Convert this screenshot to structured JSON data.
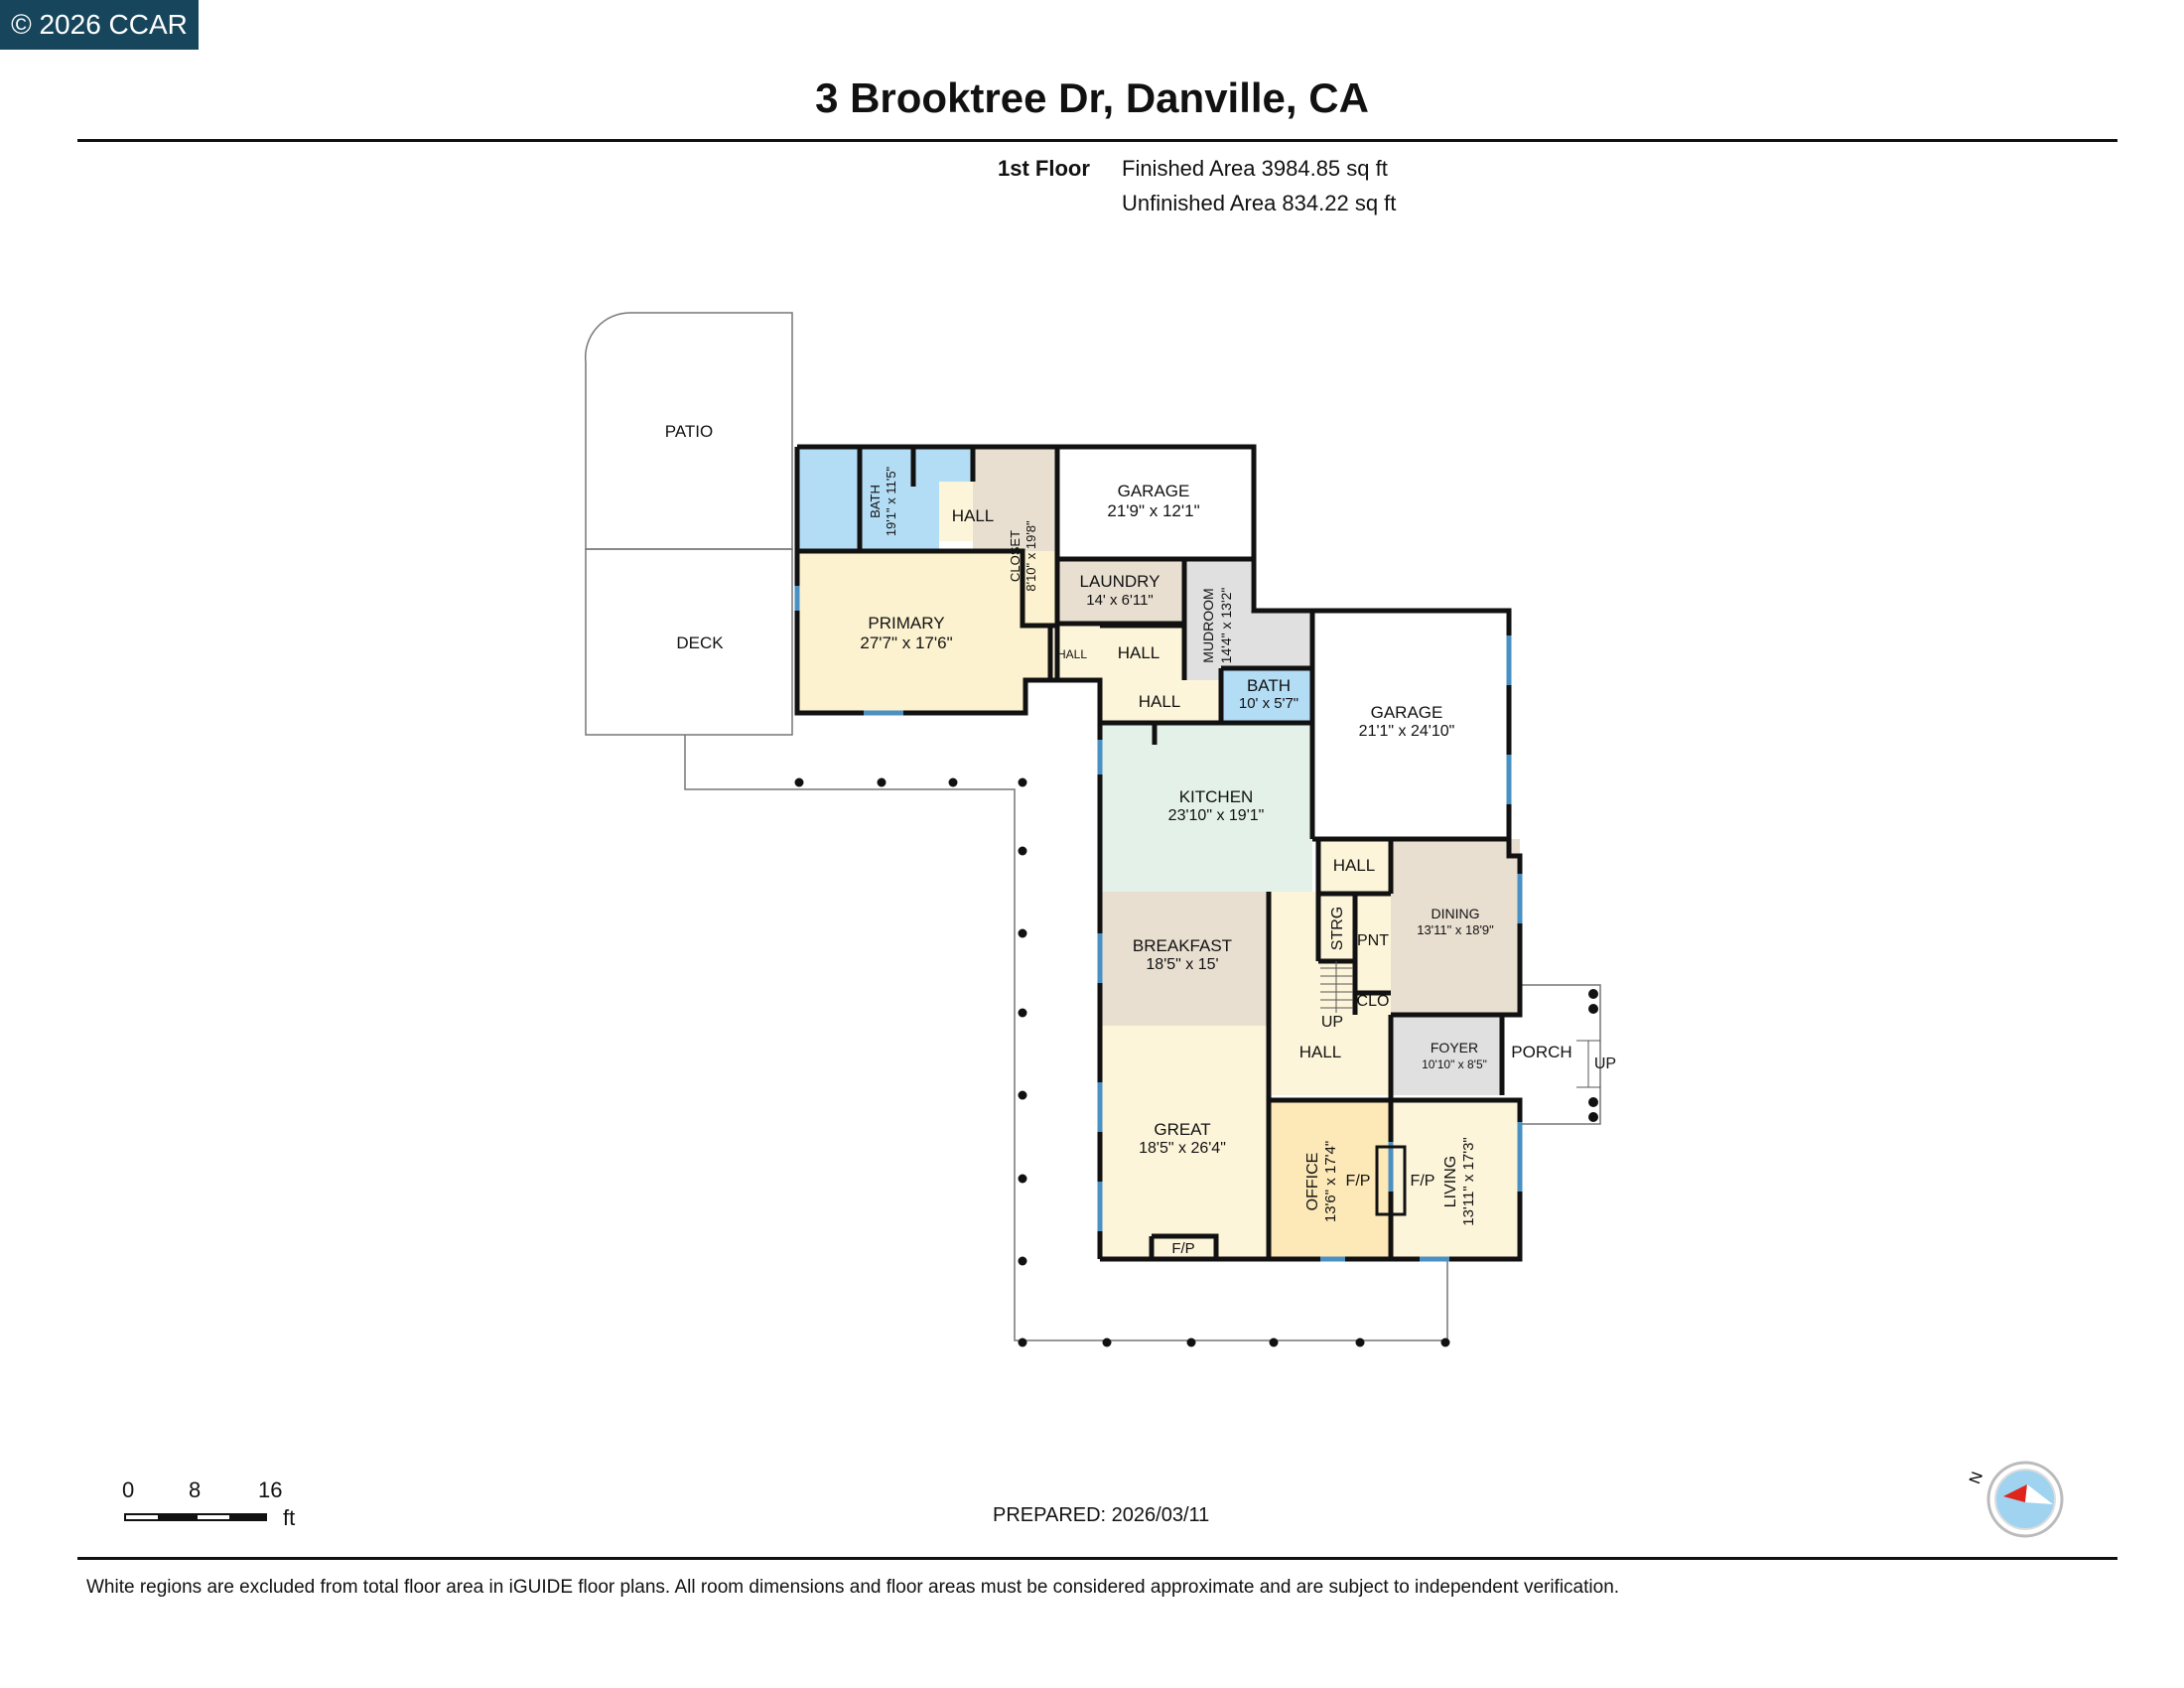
{
  "badge": "© 2026 CCAR",
  "title": "3 Brooktree Dr, Danville, CA",
  "floor": {
    "label": "1st Floor",
    "finished": "Finished Area 3984.85 sq ft",
    "unfinished": "Unfinished Area 834.22 sq ft"
  },
  "rooms": {
    "patio": "PATIO",
    "deck": "DECK",
    "bath1_name": "BATH",
    "bath1_dim": "19'1\" x 11'5\"",
    "hall_upper": "HALL",
    "closet_name": "CLOSET",
    "closet_dim": "8'10\" x 19'8\"",
    "garage1_name": "GARAGE",
    "garage1_dim": "21'9\" x 12'1\"",
    "primary_name": "PRIMARY",
    "primary_dim": "27'7\" x 17'6\"",
    "laundry_name": "LAUNDRY",
    "laundry_dim": "14' x 6'11\"",
    "mudroom_name": "MUDROOM",
    "mudroom_dim": "14'4\" x 13'2\"",
    "hall_small": "HALL",
    "hall_mid": "HALL",
    "hall_lower": "HALL",
    "bath2_name": "BATH",
    "bath2_dim": "10' x 5'7\"",
    "garage2_name": "GARAGE",
    "garage2_dim": "21'1\" x 24'10\"",
    "kitchen_name": "KITCHEN",
    "kitchen_dim": "23'10\" x 19'1\"",
    "hall_dining": "HALL",
    "dining_name": "DINING",
    "dining_dim": "13'11\" x 18'9\"",
    "strg": "STRG",
    "pnt": "PNT",
    "clo": "CLO",
    "up1": "UP",
    "breakfast_name": "BREAKFAST",
    "breakfast_dim": "18'5\" x 15'",
    "hall_center": "HALL",
    "foyer_name": "FOYER",
    "foyer_dim": "10'10\" x 8'5\"",
    "porch": "PORCH",
    "up2": "UP",
    "great_name": "GREAT",
    "great_dim": "18'5\" x 26'4\"",
    "fp_great": "F/P",
    "office_name": "OFFICE",
    "office_dim": "13'6\" x 17'4\"",
    "fp_office": "F/P",
    "fp_living": "F/P",
    "living_name": "LIVING",
    "living_dim": "13'11\" x 17'3\""
  },
  "scale": {
    "n0": "0",
    "n1": "8",
    "n2": "16",
    "unit": "ft"
  },
  "compass_label": "N",
  "prepared": "PREPARED: 2026/03/11",
  "disclaimer": "White regions are excluded from total floor area in iGUIDE floor plans. All room dimensions and floor areas must be considered approximate and are subject to independent verification.",
  "colors": {
    "primary": "#fdf2cf",
    "kitchen": "#e3f1e8",
    "breakfast": "#e8dfd1",
    "dining": "#e8dfd1",
    "closet": "#e8dfd1",
    "laundry": "#e8dfd1",
    "bath": "#b3dcf5",
    "mudroom": "#e0e0e0",
    "hall": "#fdf5da",
    "office": "#fde9b8",
    "window": "#4a90c2"
  }
}
